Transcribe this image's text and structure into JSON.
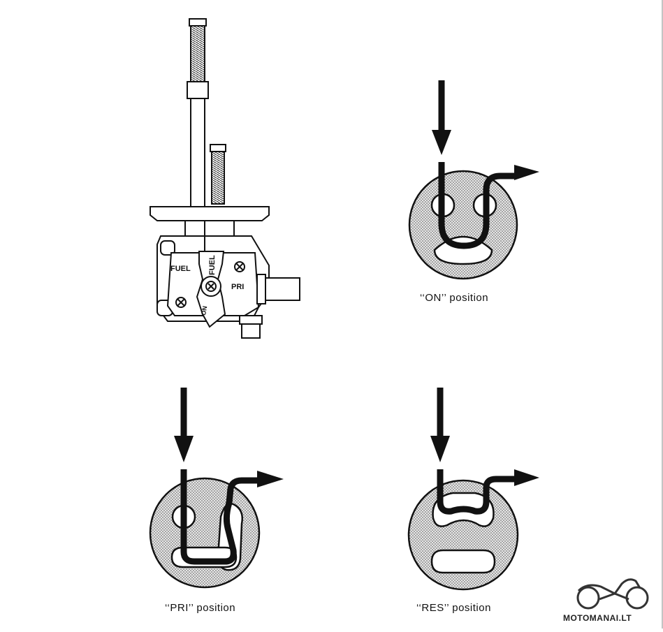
{
  "petcock": {
    "label_fuel_left": "FUEL",
    "label_fuel_lever": "FUEL",
    "label_pri": "PRI",
    "label_on": "ON"
  },
  "positions": [
    {
      "caption": "‘‘ON’’ position"
    },
    {
      "caption": "‘‘PRI’’ position"
    },
    {
      "caption": "‘‘RES’’ position"
    }
  ],
  "watermark": {
    "text": "MOTOMANAI.LT"
  },
  "colors": {
    "ink": "#111111",
    "stipple": "#b8b8b8",
    "paper": "#ffffff"
  }
}
